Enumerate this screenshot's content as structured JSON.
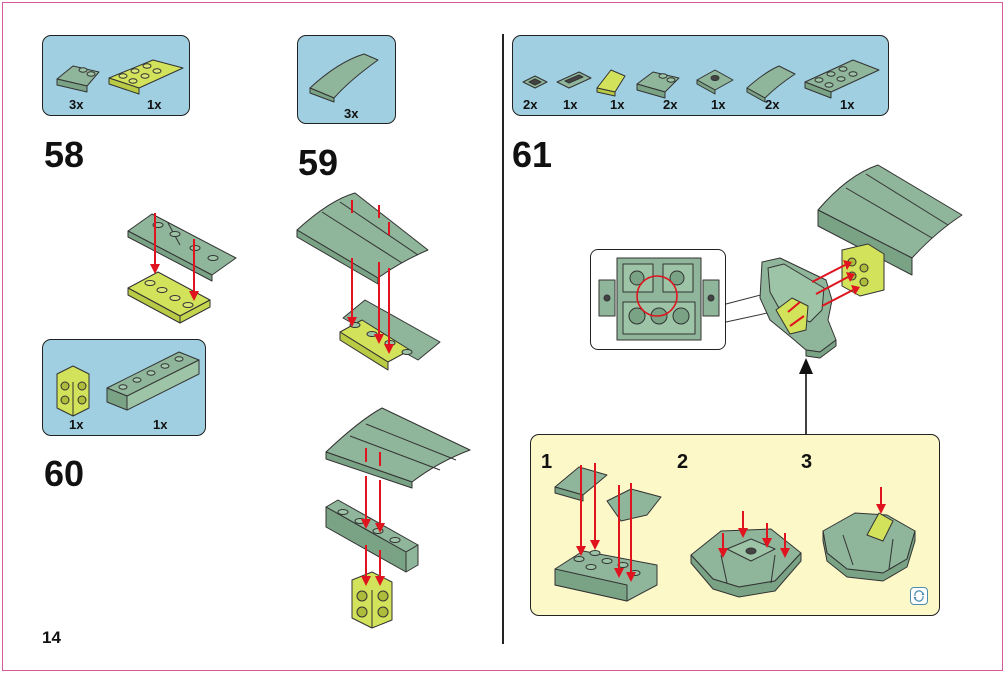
{
  "page": {
    "number": "14"
  },
  "steps": {
    "s58": {
      "number": "58",
      "parts": [
        {
          "qty": "3x"
        },
        {
          "qty": "1x"
        }
      ]
    },
    "s59": {
      "number": "59",
      "parts": [
        {
          "qty": "3x"
        }
      ]
    },
    "s60": {
      "number": "60",
      "parts": [
        {
          "qty": "1x"
        },
        {
          "qty": "1x"
        }
      ]
    },
    "s61": {
      "number": "61",
      "parts": [
        {
          "qty": "2x"
        },
        {
          "qty": "1x"
        },
        {
          "qty": "1x"
        },
        {
          "qty": "2x"
        },
        {
          "qty": "1x"
        },
        {
          "qty": "2x"
        },
        {
          "qty": "1x"
        }
      ],
      "substeps": [
        {
          "number": "1"
        },
        {
          "number": "2"
        },
        {
          "number": "3"
        }
      ]
    }
  },
  "colors": {
    "brick_green": "#8fb59a",
    "brick_lime": "#d2e25a",
    "arrow": "#e0141e",
    "parts_bg": "#9fcfe0",
    "substep_bg": "#fcf8c8",
    "border": "#d65a9a"
  }
}
